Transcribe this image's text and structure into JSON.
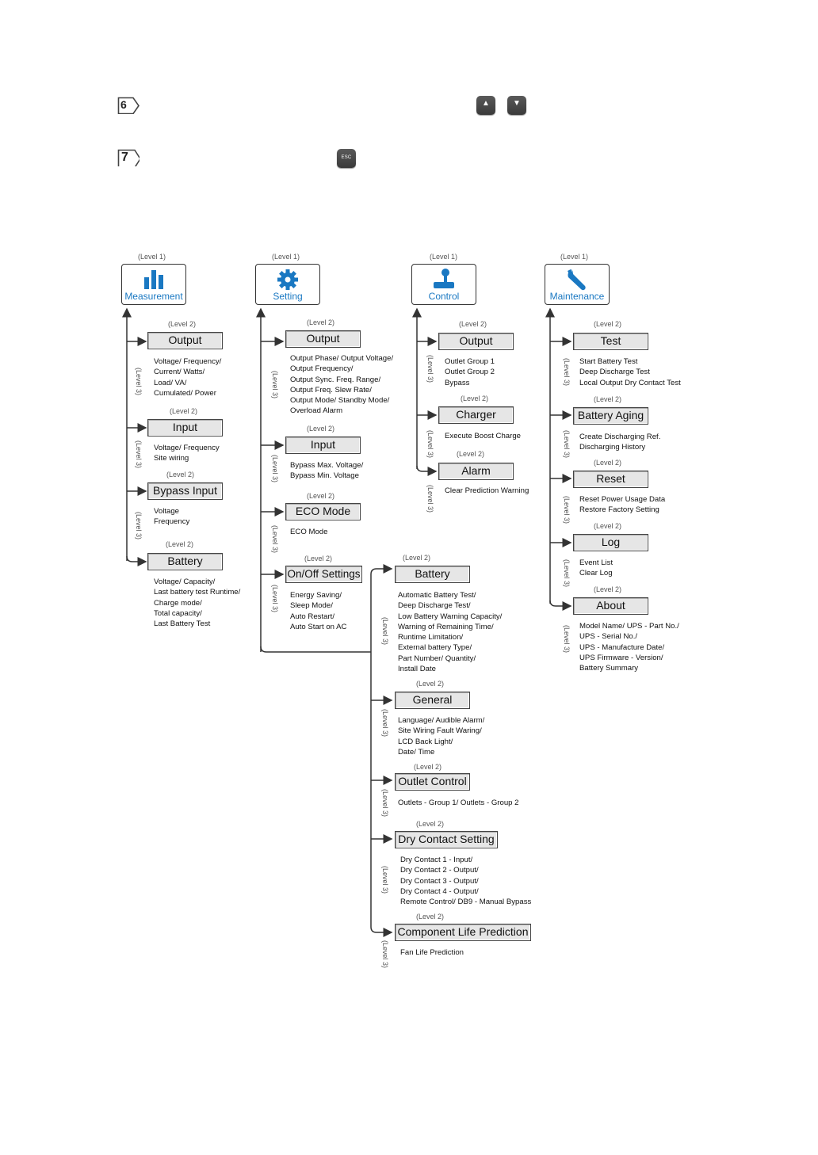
{
  "steps": {
    "six": "6",
    "seven": "7"
  },
  "keys": {
    "up": "▲",
    "down": "▼",
    "esc": "ESC"
  },
  "level1_tag": "(Level 1)",
  "level2_tag": "(Level 2)",
  "level3_tag": "(Level 3)",
  "menus": [
    {
      "label": "Measurement",
      "icon": "bar-chart-icon"
    },
    {
      "label": "Setting",
      "icon": "gear-icon"
    },
    {
      "label": "Control",
      "icon": "joystick-icon"
    },
    {
      "label": "Maintenance",
      "icon": "wrench-icon"
    }
  ],
  "measurement": [
    {
      "label": "Output",
      "lines": [
        "Voltage/ Frequency/",
        "Current/ Watts/",
        "Load/ VA/",
        "Cumulated/ Power"
      ]
    },
    {
      "label": "Input",
      "lines": [
        "Voltage/ Frequency",
        "Site wiring"
      ]
    },
    {
      "label": "Bypass Input",
      "lines": [
        "Voltage",
        "Frequency"
      ]
    },
    {
      "label": "Battery",
      "lines": [
        "Voltage/ Capacity/",
        "Last battery test Runtime/",
        "Charge mode/",
        "Total capacity/",
        "Last Battery Test"
      ]
    }
  ],
  "setting": [
    {
      "label": "Output",
      "lines": [
        "Output Phase/ Output Voltage/",
        "Output Frequency/",
        "Output Sync. Freq. Range/",
        "Output Freq. Slew Rate/",
        "Output Mode/ Standby Mode/",
        "Overload Alarm"
      ]
    },
    {
      "label": "Input",
      "lines": [
        "Bypass Max. Voltage/",
        "Bypass Min. Voltage"
      ]
    },
    {
      "label": "ECO Mode",
      "lines": [
        "ECO Mode"
      ]
    },
    {
      "label": "On/Off Settings",
      "lines": [
        "Energy Saving/",
        "Sleep Mode/",
        "Auto Restart/",
        "Auto Start on AC"
      ]
    },
    {
      "label": "Battery",
      "lines": [
        "Automatic Battery Test/",
        "Deep Discharge Test/",
        "Low Battery Warning Capacity/",
        "Warning of Remaining Time/",
        "Runtime Limitation/",
        "External battery Type/",
        "Part Number/ Quantity/",
        "Install Date"
      ]
    },
    {
      "label": "General",
      "lines": [
        "Language/ Audible Alarm/",
        "Site Wiring Fault Waring/",
        "LCD Back Light/",
        "Date/ Time"
      ]
    },
    {
      "label": "Outlet Control",
      "lines": [
        "Outlets - Group 1/ Outlets - Group 2"
      ]
    },
    {
      "label": "Dry Contact Setting",
      "lines": [
        "Dry Contact 1 - Input/",
        "Dry Contact 2 - Output/",
        "Dry Contact 3 - Output/",
        "Dry Contact 4 - Output/",
        "Remote Control/ DB9 - Manual Bypass"
      ]
    },
    {
      "label": "Component Life Prediction",
      "lines": [
        "Fan Life Prediction"
      ]
    }
  ],
  "control": [
    {
      "label": "Output",
      "lines": [
        "Outlet Group 1",
        "Outlet Group 2",
        "Bypass"
      ]
    },
    {
      "label": "Charger",
      "lines": [
        "Execute Boost Charge"
      ]
    },
    {
      "label": "Alarm",
      "lines": [
        "Clear Prediction Warning"
      ]
    }
  ],
  "maintenance": [
    {
      "label": "Test",
      "lines": [
        "Start Battery Test",
        "Deep Discharge Test",
        "Local Output Dry Contact Test"
      ]
    },
    {
      "label": "Battery Aging",
      "lines": [
        "Create Discharging Ref.",
        "Discharging History"
      ]
    },
    {
      "label": "Reset",
      "lines": [
        "Reset Power Usage Data",
        "Restore Factory Setting"
      ]
    },
    {
      "label": "Log",
      "lines": [
        "Event List",
        "Clear Log"
      ]
    },
    {
      "label": "About",
      "lines": [
        "Model Name/ UPS - Part No./",
        "UPS - Serial No./",
        "UPS - Manufacture Date/",
        "UPS Firmware - Version/",
        "Battery Summary"
      ]
    }
  ]
}
